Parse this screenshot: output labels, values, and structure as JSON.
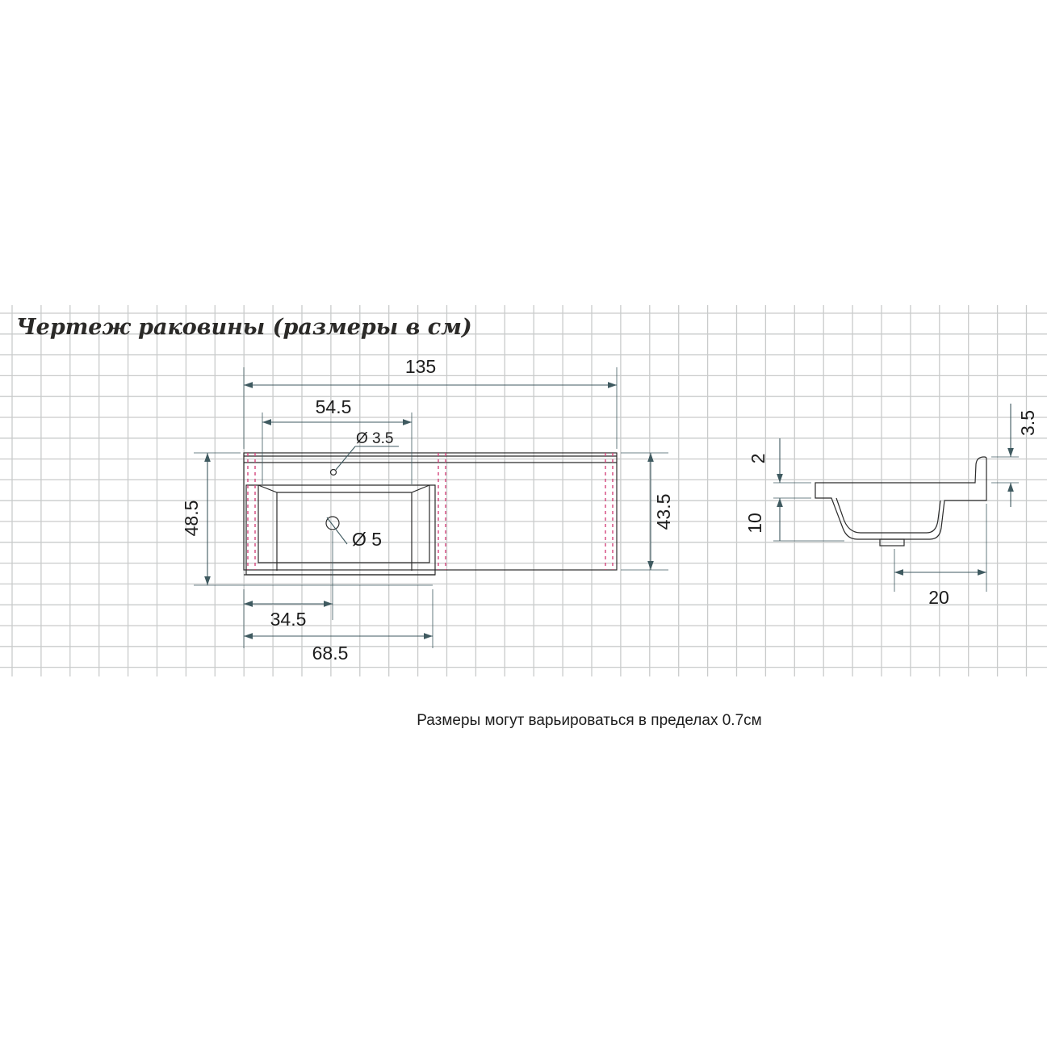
{
  "title": "Чертеж раковины (размеры в см)",
  "note": "Размеры могут варьироваться в пределах 0.7см",
  "plan_view": {
    "overall_width": "135",
    "faucet_offset": "54.5",
    "faucet_hole": "Ø 3.5",
    "drain_hole": "Ø 5",
    "depth_left": "48.5",
    "depth_right": "43.5",
    "drain_offset": "34.5",
    "bowl_section_width": "68.5"
  },
  "side_view": {
    "top_thickness": "2",
    "bowl_depth": "10",
    "backsplash_height": "3.5",
    "profile_width": "20"
  },
  "colors": {
    "grid": "#c9cbcb",
    "dimension_line": "#3f5a60",
    "hidden_line": "#d4457c",
    "outline": "#2b2b2b"
  }
}
